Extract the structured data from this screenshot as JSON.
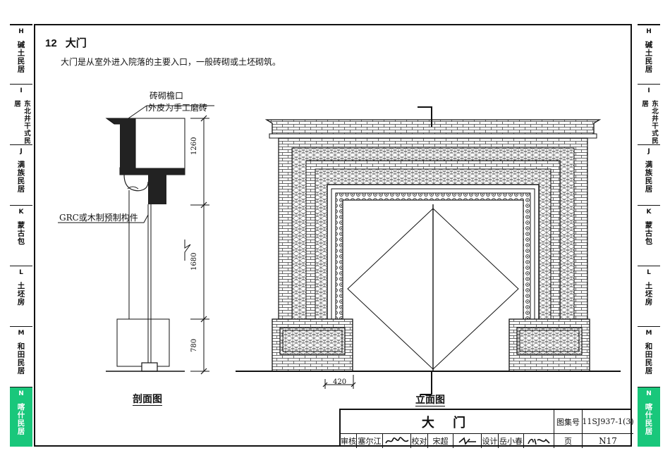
{
  "section": {
    "number": "12",
    "title": "大门"
  },
  "description": "大门是从室外进入院落的主要入口，一般砖砌或土坯砌筑。",
  "section_drawing": {
    "label_eave": "砖砌檐口",
    "label_skin": "外皮为手工磨砖",
    "label_grc": "GRC或木制预制构件",
    "dim_top": "1260",
    "dim_mid": "1680",
    "dim_bottom": "780",
    "caption": "剖面图"
  },
  "elevation_drawing": {
    "dim_base": "420",
    "caption": "立面图"
  },
  "side_tabs_left": [
    {
      "code": "H",
      "name": "碱土民居"
    },
    {
      "code": "I",
      "name": "东北井干式民居"
    },
    {
      "code": "J",
      "name": "满族民居"
    },
    {
      "code": "K",
      "name": "蒙古包"
    },
    {
      "code": "L",
      "name": "土坯房"
    },
    {
      "code": "M",
      "name": "和田民居"
    },
    {
      "code": "N",
      "name": "喀什民居"
    }
  ],
  "side_tabs_right": [
    {
      "code": "H",
      "name": "碱土民居"
    },
    {
      "code": "I",
      "name": "东北井干式民居"
    },
    {
      "code": "J",
      "name": "满族民居"
    },
    {
      "code": "K",
      "name": "蒙古包"
    },
    {
      "code": "L",
      "name": "土坯房"
    },
    {
      "code": "M",
      "name": "和田民居"
    },
    {
      "code": "N",
      "name": "喀什民居"
    }
  ],
  "title_block": {
    "drawing_title": "大 门",
    "atlas_label": "图集号",
    "atlas_number": "11SJ937-1(3)",
    "review_label": "审核",
    "reviewer": "塞尔江",
    "check_label": "校对",
    "checker": "宋超",
    "design_label": "设计",
    "designer": "岳小春",
    "page_label": "页",
    "page_number": "N17"
  },
  "colors": {
    "active_tab": "#19c77b",
    "line": "#111111"
  }
}
